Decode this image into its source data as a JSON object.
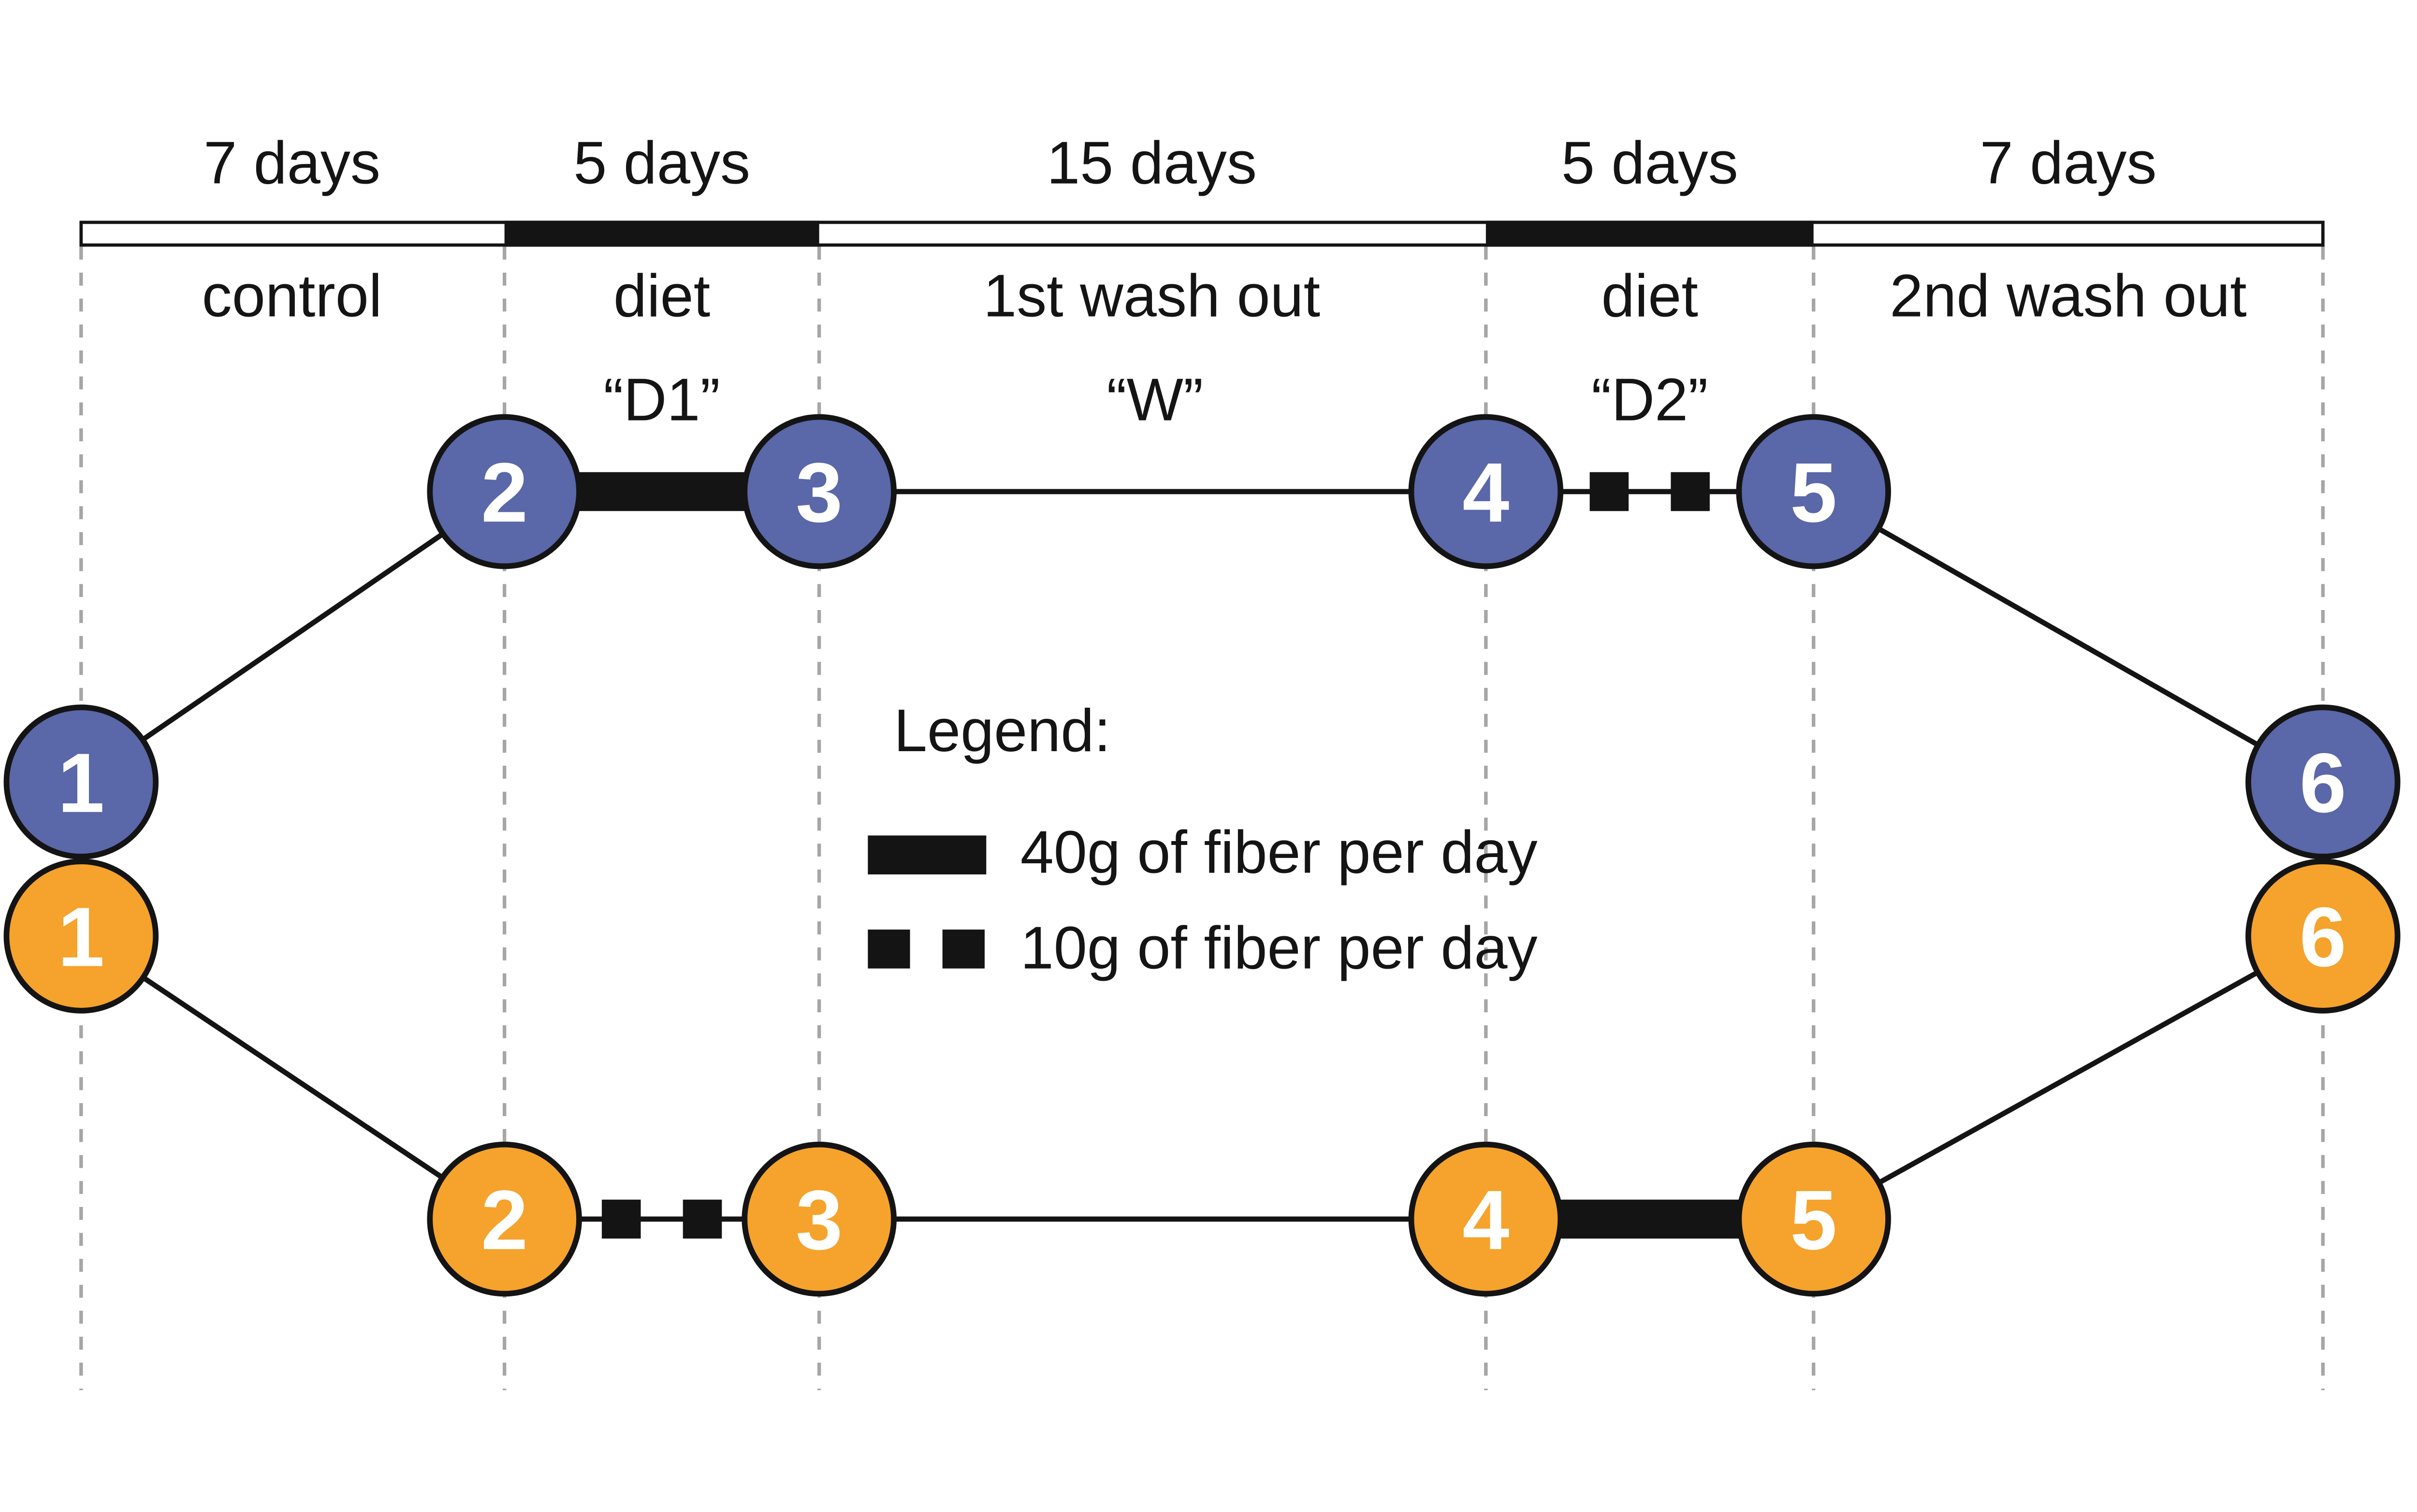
{
  "timeline": {
    "durations": [
      "7 days",
      "5 days",
      "15 days",
      "5 days",
      "7 days"
    ],
    "phases": [
      "control",
      "diet",
      "1st wash out",
      "diet",
      "2nd wash out"
    ],
    "codes": [
      "“D1”",
      "“W”",
      "“D2”"
    ]
  },
  "legend": {
    "title": "Legend:",
    "item_40g": "40g of fiber per day",
    "item_10g": "10g of fiber per day"
  },
  "arm_top": {
    "color": "#5A67A8",
    "nodes": [
      "1",
      "2",
      "3",
      "4",
      "5",
      "6"
    ]
  },
  "arm_bottom": {
    "color": "#F5A32C",
    "nodes": [
      "1",
      "2",
      "3",
      "4",
      "5",
      "6"
    ]
  },
  "colors": {
    "fiber_black": "#141414",
    "dashed_gray": "#A6A6A6",
    "node_outline": "#141414",
    "node_number": "#FFFFFF",
    "background": "#FFFFFF"
  }
}
